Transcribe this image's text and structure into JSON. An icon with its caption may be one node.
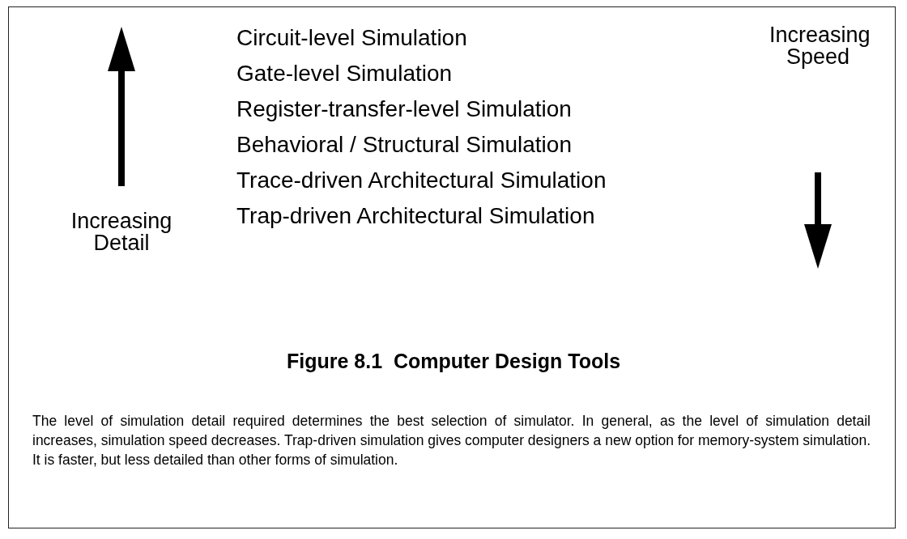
{
  "diagram": {
    "title": "Figure 8.1  Computer Design Tools",
    "caption": "The level of simulation detail required determines the best selection of simulator. In general, as the level of simulation detail increases, simulation speed decreases. Trap-driven simulation gives computer designers a new option for memory-system simulation. It is faster, but less detailed than other forms of simulation.",
    "labels": [
      "Circuit-level Simulation",
      "Increasing Speed",
      "Gate-level Simulation",
      "Register-transfer-level Simulation",
      "Behavioral / Structural Simulation",
      "Increasing Detail",
      "Trace-driven Architectural Simulation",
      "Trap-driven Architectural Simulation"
    ]
  }
}
